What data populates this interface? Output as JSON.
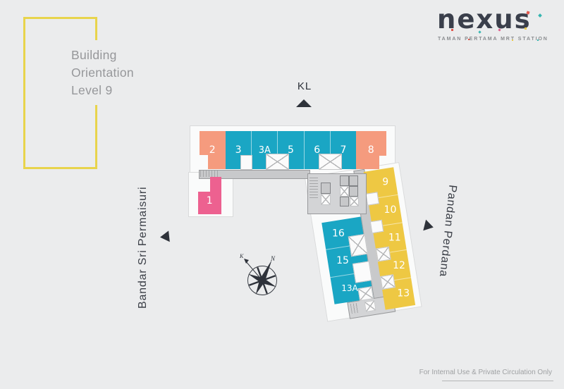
{
  "page": {
    "background_color": "#ebeced"
  },
  "header": {
    "title_lines": [
      "Building",
      "Orientation",
      "Level 9"
    ],
    "logo": {
      "wordmark": "nexus",
      "tagline": "TAMAN PERTAMA MRT STATION"
    }
  },
  "orientation_labels": {
    "top": "KL",
    "left": "Bandar Sri Permaisuri",
    "right": "Pandan Perdana"
  },
  "compass": {
    "north_label": "N",
    "kl_label": "K"
  },
  "plan": {
    "top_wing": {
      "salmon_left": "2",
      "teal_units": [
        "3",
        "3A",
        "5",
        "6",
        "7"
      ],
      "salmon_right": "8"
    },
    "pink_unit": "1",
    "right_wing": {
      "yellow_units": [
        "9",
        "10",
        "11",
        "12",
        "13"
      ],
      "teal_units": [
        "16",
        "15",
        "13A"
      ]
    }
  },
  "footer": {
    "note": "For Internal Use & Private Circulation Only"
  },
  "colors": {
    "teal": "#1aa6c4",
    "salmon": "#f59b7e",
    "pink": "#ed6190",
    "yellow": "#eec843",
    "accent_frame": "#e8d44c",
    "corridor_gray": "#c8c9cb",
    "core_gray": "#d3d4d6",
    "dark_text": "#2e323a",
    "logo_navy": "#3a3f4b"
  }
}
